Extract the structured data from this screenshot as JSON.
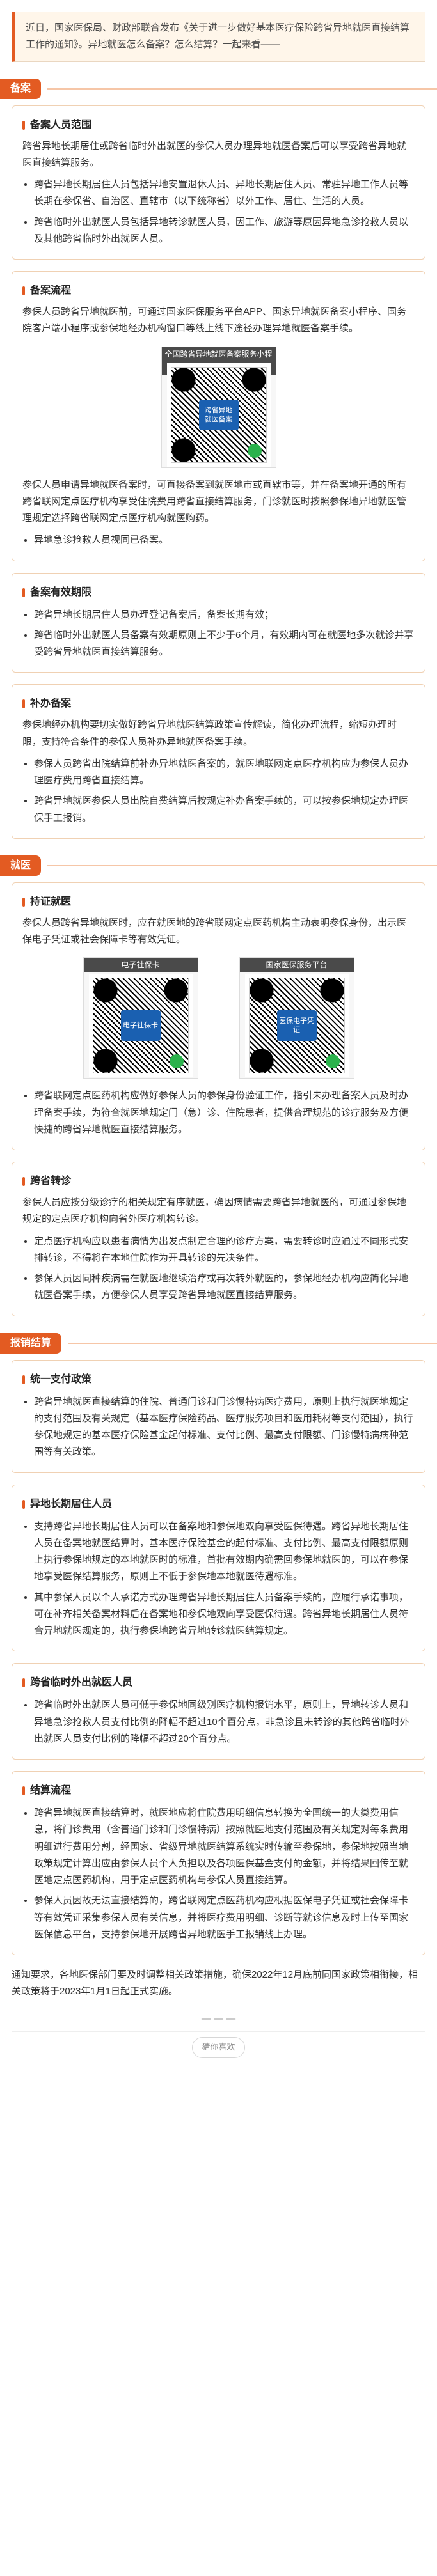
{
  "intro": {
    "text": "近日，国家医保局、财政部联合发布《关于进一步做好基本医疗保险跨省异地就医直接结算工作的通知》。异地就医怎么备案？怎么结算？一起来看——"
  },
  "sections": {
    "filing": {
      "title": "备案",
      "cards": [
        {
          "heading": "备案人员范围",
          "para": "跨省异地长期居住或跨省临时外出就医的参保人员办理异地就医备案后可以享受跨省异地就医直接结算服务。",
          "bullets": [
            "跨省异地长期居住人员包括异地安置退休人员、异地长期居住人员、常驻异地工作人员等长期在参保省、自治区、直辖市（以下统称省）以外工作、居住、生活的人员。",
            "跨省临时外出就医人员包括异地转诊就医人员，因工作、旅游等原因异地急诊抢救人员以及其他跨省临时外出就医人员。"
          ]
        },
        {
          "heading": "备案流程",
          "para1": "参保人员跨省异地就医前，可通过国家医保服务平台APP、国家异地就医备案小程序、国务院客户端小程序或参保地经办机构窗口等线上线下途径办理异地就医备案手续。",
          "qr_label": "全国跨省异地就医备案服务小程序",
          "para2": "参保人员申请异地就医备案时，可直接备案到就医地市或直辖市等，并在备案地开通的所有跨省联网定点医疗机构享受住院费用跨省直接结算服务，门诊就医时按照参保地异地就医管理规定选择跨省联网定点医疗机构就医购药。",
          "bullets": [
            "异地急诊抢救人员视同已备案。"
          ]
        },
        {
          "heading": "备案有效期限",
          "bullets": [
            "跨省异地长期居住人员办理登记备案后，备案长期有效；",
            "跨省临时外出就医人员备案有效期原则上不少于6个月，有效期内可在就医地多次就诊并享受跨省异地就医直接结算服务。"
          ]
        },
        {
          "heading": "补办备案",
          "para": "参保地经办机构要切实做好跨省异地就医结算政策宣传解读，简化办理流程，缩短办理时限，支持符合条件的参保人员补办异地就医备案手续。",
          "bullets": [
            "参保人员跨省出院结算前补办异地就医备案的，就医地联网定点医疗机构应为参保人员办理医疗费用跨省直接结算。",
            "跨省异地就医参保人员出院自费结算后按规定补办备案手续的，可以按参保地规定办理医保手工报销。"
          ]
        }
      ]
    },
    "medical": {
      "title": "就医",
      "cards": [
        {
          "heading": "持证就医",
          "para": "参保人员跨省异地就医时，应在就医地的跨省联网定点医药机构主动表明参保身份，出示医保电子凭证或社会保障卡等有效凭证。",
          "qr_label_left": "电子社保卡",
          "qr_label_right": "国家医保服务平台",
          "qr_center_left": "电子社保卡",
          "qr_center_right": "医保电子凭证",
          "bullets": [
            "跨省联网定点医药机构应做好参保人员的参保身份验证工作，指引未办理备案人员及时办理备案手续，为符合就医地规定门（急）诊、住院患者，提供合理规范的诊疗服务及方便快捷的跨省异地就医直接结算服务。"
          ]
        },
        {
          "heading": "跨省转诊",
          "para": "参保人员应按分级诊疗的相关规定有序就医，确因病情需要跨省异地就医的，可通过参保地规定的定点医疗机构向省外医疗机构转诊。",
          "bullets": [
            "定点医疗机构应以患者病情为出发点制定合理的诊疗方案，需要转诊时应通过不同形式安排转诊，不得将在本地住院作为开具转诊的先决条件。",
            "参保人员因同种疾病需在就医地继续治疗或再次转外就医的，参保地经办机构应简化异地就医备案手续，方便参保人员享受跨省异地就医直接结算服务。"
          ]
        }
      ]
    },
    "settlement": {
      "title": "报销结算",
      "cards": [
        {
          "heading": "统一支付政策",
          "bullets": [
            "跨省异地就医直接结算的住院、普通门诊和门诊慢特病医疗费用，原则上执行就医地规定的支付范围及有关规定（基本医疗保险药品、医疗服务项目和医用耗材等支付范围），执行参保地规定的基本医疗保险基金起付标准、支付比例、最高支付限额、门诊慢特病病种范围等有关政策。"
          ]
        },
        {
          "heading": "异地长期居住人员",
          "bullets": [
            "支持跨省异地长期居住人员可以在备案地和参保地双向享受医保待遇。跨省异地长期居住人员在备案地就医结算时，基本医疗保险基金的起付标准、支付比例、最高支付限额原则上执行参保地规定的本地就医时的标准，首批有效期内确需回参保地就医的，可以在参保地享受医保结算服务，原则上不低于参保地本地就医待遇标准。",
            "其中参保人员以个人承诺方式办理跨省异地长期居住人员备案手续的，应履行承诺事项，可在补齐相关备案材料后在备案地和参保地双向享受医保待遇。跨省异地长期居住人员符合异地就医规定的，执行参保地跨省异地转诊就医结算规定。"
          ]
        },
        {
          "heading": "跨省临时外出就医人员",
          "bullets": [
            "跨省临时外出就医人员可低于参保地同级别医疗机构报销水平，原则上，异地转诊人员和异地急诊抢救人员支付比例的降幅不超过10个百分点，非急诊且未转诊的其他跨省临时外出就医人员支付比例的降幅不超过20个百分点。"
          ]
        },
        {
          "heading": "结算流程",
          "bullets": [
            "跨省异地就医直接结算时，就医地应将住院费用明细信息转换为全国统一的大类费用信息，将门诊费用（含普通门诊和门诊慢特病）按照就医地支付范围及有关规定对每条费用明细进行费用分割，经国家、省级异地就医结算系统实时传输至参保地，参保地按照当地政策规定计算出应由参保人员个人负担以及各项医保基金支付的金额，并将结果回传至就医地定点医药机构，用于定点医药机构与参保人员直接结算。",
            "参保人员因故无法直接结算的，跨省联网定点医药机构应根据医保电子凭证或社会保障卡等有效凭证采集参保人员有关信息，并将医疗费用明细、诊断等就诊信息及时上传至国家医保信息平台，支持参保地开展跨省异地就医手工报销线上办理。"
          ]
        }
      ]
    }
  },
  "footer": {
    "text": "通知要求，各地医保部门要及时调整相关政策措施，确保2022年12月底前同国家政策相衔接，相关政策将于2023年1月1日起正式实施。",
    "separator": "— — —",
    "recommend": "猜你喜欢"
  }
}
